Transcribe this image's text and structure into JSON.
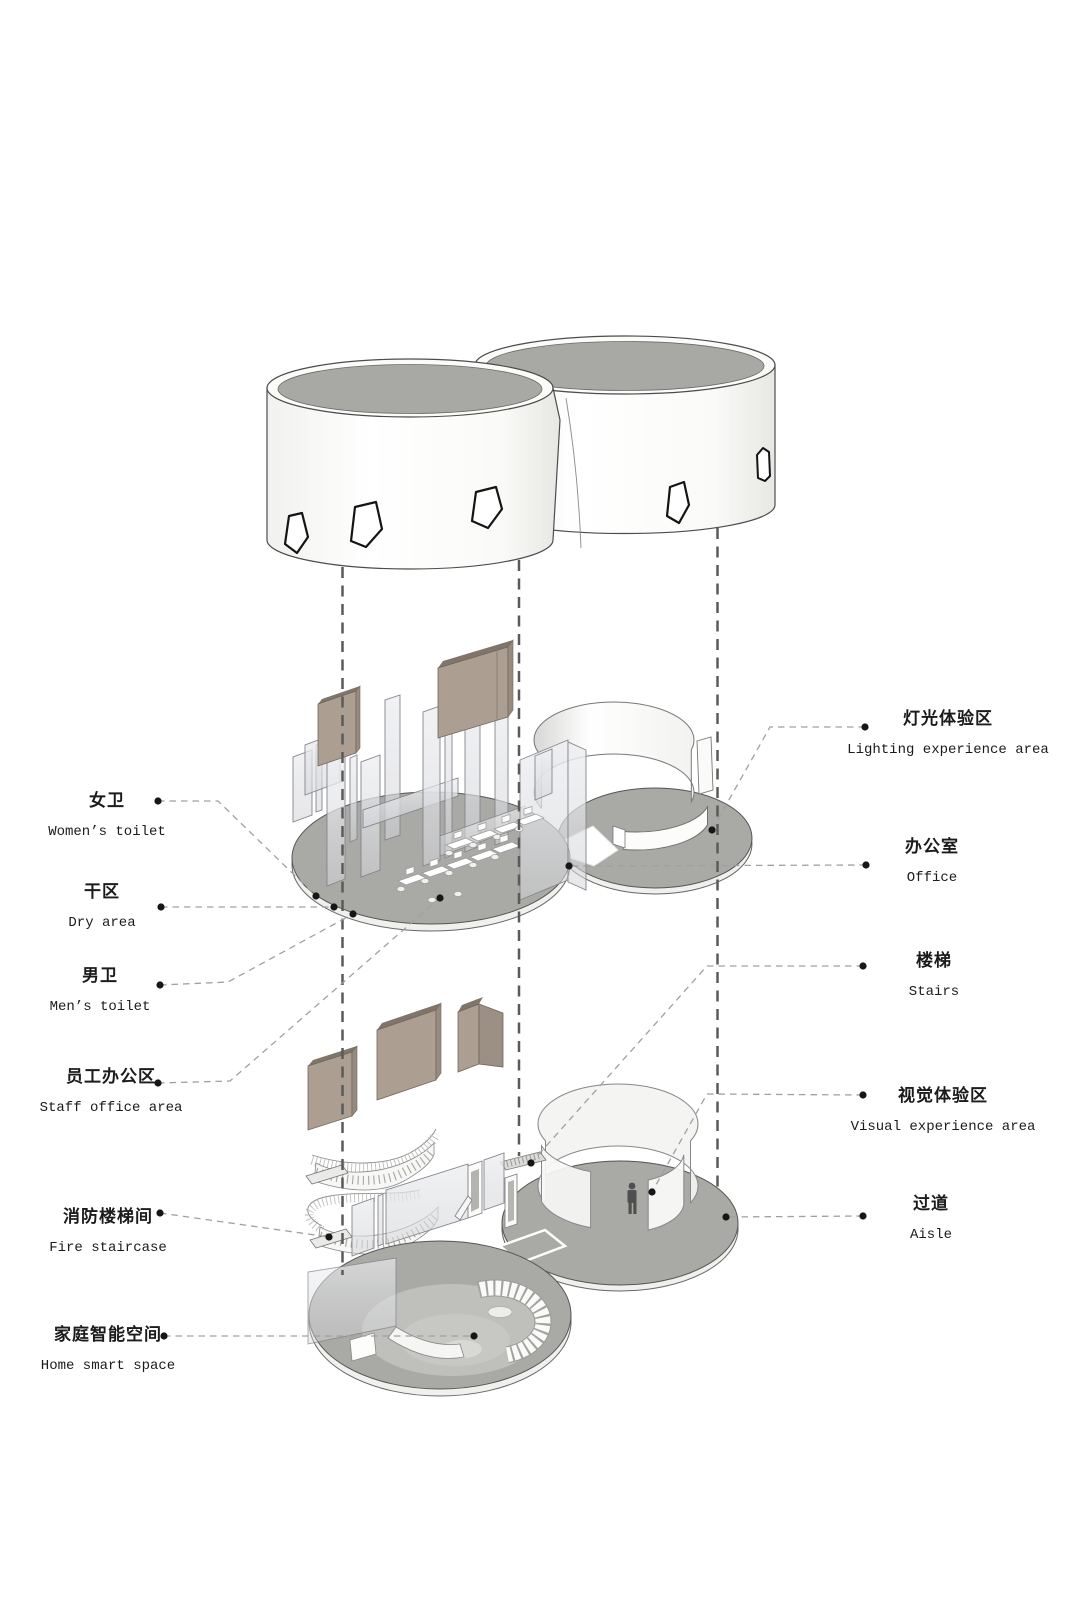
{
  "diagram": {
    "type": "exploded-axonometric-architecture-diagram",
    "background": "#ffffff"
  },
  "colors": {
    "floor_gray": "#a9a9a5",
    "roof_top_gray": "#a8a8a4",
    "wall_white": "#fbfbfa",
    "panel_brown": "#ac9f92",
    "panel_brown_top": "#80756a",
    "glass": "#e4e5e9",
    "outline": "#4c4c4c",
    "leader_line": "#a0a0a0",
    "projection_line": "#5a5a5a",
    "dot": "#161616",
    "text": "#1b1b1b",
    "person": "#4f4f4f"
  },
  "icons": {
    "person": "person-silhouette",
    "dot": "leader-dot"
  },
  "labels": {
    "left": [
      {
        "id": "womens-toilet",
        "zh": "女卫",
        "en": "Women’s toilet"
      },
      {
        "id": "dry-area",
        "zh": "干区",
        "en": "Dry area"
      },
      {
        "id": "mens-toilet",
        "zh": "男卫",
        "en": "Men’s toilet"
      },
      {
        "id": "staff-office-area",
        "zh": "员工办公区",
        "en": "Staff office area"
      },
      {
        "id": "fire-staircase",
        "zh": "消防楼梯间",
        "en": "Fire staircase"
      },
      {
        "id": "home-smart-space",
        "zh": "家庭智能空间",
        "en": "Home smart space"
      }
    ],
    "right": [
      {
        "id": "lighting-experience-area",
        "zh": "灯光体验区",
        "en": "Lighting experience area"
      },
      {
        "id": "office",
        "zh": "办公室",
        "en": "Office"
      },
      {
        "id": "stairs",
        "zh": "楼梯",
        "en": "Stairs"
      },
      {
        "id": "visual-experience-area",
        "zh": "视觉体验区",
        "en": "Visual experience area"
      },
      {
        "id": "aisle",
        "zh": "过道",
        "en": "Aisle"
      }
    ]
  }
}
